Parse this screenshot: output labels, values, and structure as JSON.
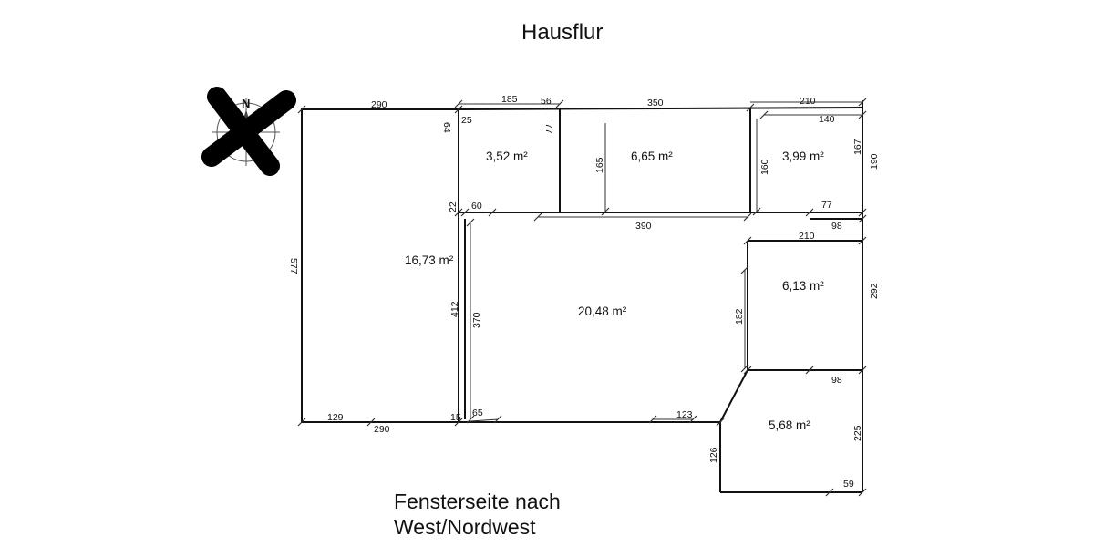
{
  "title": "Hausflur",
  "footer": {
    "line1": "Fensterseite nach",
    "line2": "West/Nordwest"
  },
  "compass": {
    "letter": "N",
    "icon": "compass-icon-crossed-out"
  },
  "rooms": [
    "3,52 m²",
    "6,65 m²",
    "3,99 m²",
    "16,73 m²",
    "20,48 m²",
    "6,13 m²",
    "5,68 m²"
  ],
  "dims": [
    "290",
    "185",
    "56",
    "350",
    "210",
    "140",
    "64",
    "25",
    "77",
    "165",
    "160",
    "167",
    "190",
    "22",
    "60",
    "390",
    "77",
    "98",
    "210",
    "577",
    "412",
    "370",
    "182",
    "292",
    "98",
    "129",
    "290",
    "15",
    "65",
    "123",
    "225",
    "126",
    "59"
  ]
}
